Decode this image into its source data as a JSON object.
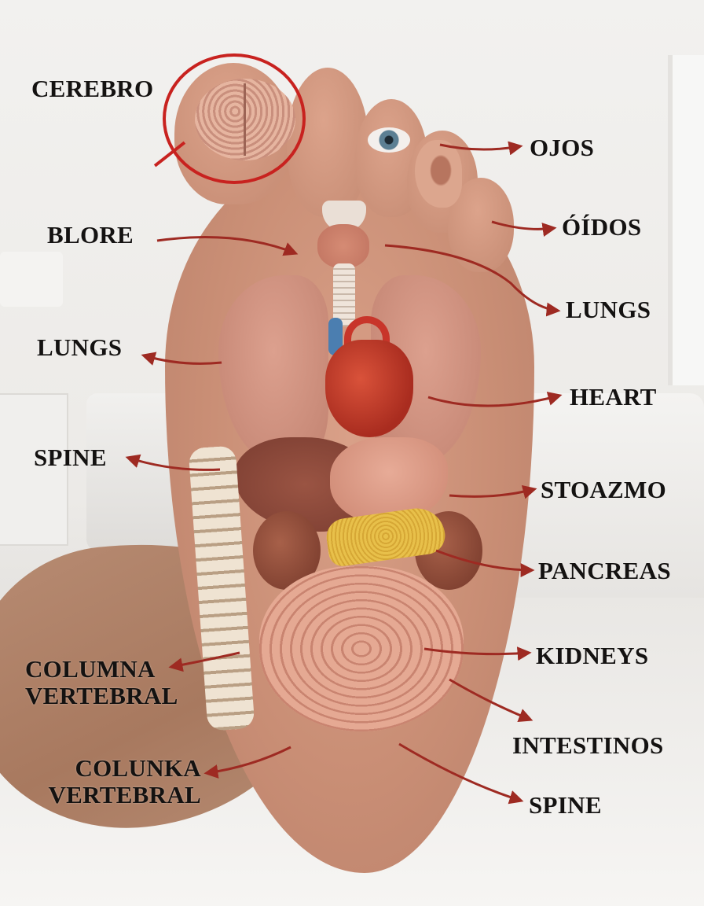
{
  "image": {
    "title": "Foot reflexology organ map",
    "accent_color": "#c8221f",
    "arrow_color": "#9e2a22",
    "text_color": "#141211"
  },
  "labels": {
    "cerebro": "CEREBRO",
    "ojos": "OJOS",
    "blore": "BLORE",
    "oidos": "ÓÍDOS",
    "lungs_right": "LUNGS",
    "lungs_left": "LUNGS",
    "heart": "HEART",
    "spine_left": "SPINE",
    "stoazmo": "STOAZMO",
    "pancreas": "PANCREAS",
    "kidneys": "KIDNEYS",
    "columna_vertebral": "COLUMNA VERTEBRAL",
    "intestinos": "INTESTINOS",
    "colunka_vertebral": "COLUNKA VERTEBRAL",
    "spine_right": "SPINE"
  },
  "icons": {
    "brain": "brain-icon",
    "eye": "eye-icon",
    "ear": "ear-icon",
    "heart": "heart-icon",
    "highlight": "red-circle-highlight"
  }
}
